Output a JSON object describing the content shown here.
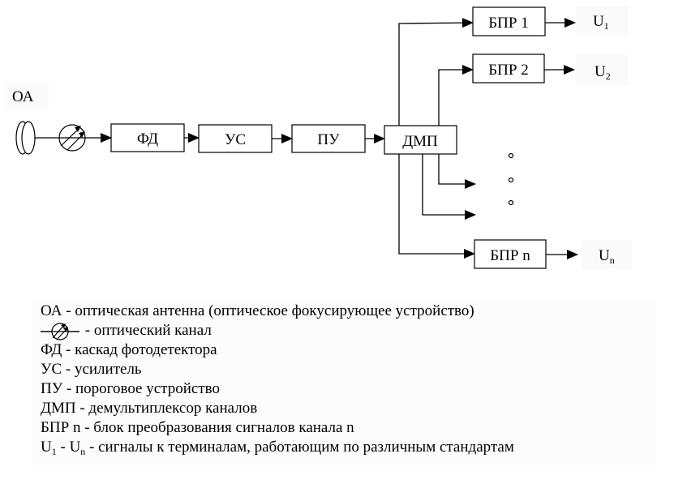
{
  "diagram": {
    "antenna_label": "ОА",
    "blocks": {
      "fd": "ФД",
      "us": "УС",
      "pu": "ПУ",
      "dmp": "ДМП",
      "bpr1": "БПР 1",
      "bpr2": "БПР 2",
      "bprn": "БПР n"
    },
    "outputs": [
      {
        "base": "U",
        "sub": "1"
      },
      {
        "base": "U",
        "sub": "2"
      },
      {
        "base": "U",
        "sub": "n"
      }
    ]
  },
  "legend": {
    "items": [
      {
        "text": "ОА - оптическая антенна (оптическое фокусирующее устройство)"
      },
      {
        "icon": "optical-channel-icon",
        "text": " - оптический канал"
      },
      {
        "text": "ФД - каскад фотодетектора"
      },
      {
        "text": "УС - усилитель"
      },
      {
        "text": "ПУ - пороговое устройство"
      },
      {
        "text": "ДМП - демультиплексор каналов"
      },
      {
        "text": "БПР n - блок преобразования сигналов канала n"
      }
    ],
    "last": {
      "u_start": "U",
      "u_start_sub": "1",
      "dash": " - ",
      "u_end": "U",
      "u_end_sub": "n",
      "text": " - сигналы к терминалам, работающим по различным стандартам"
    }
  }
}
